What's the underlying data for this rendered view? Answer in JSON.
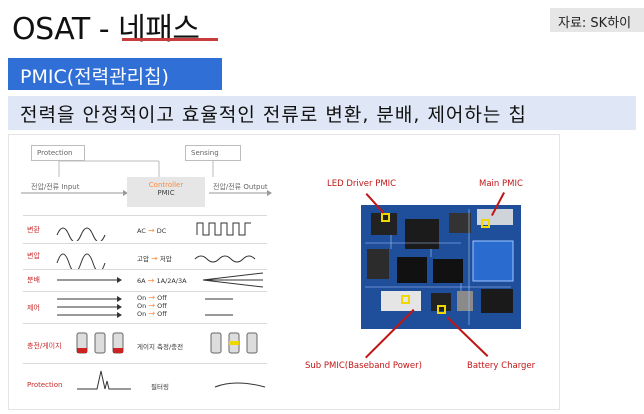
{
  "header": {
    "title_prefix": "OSAT - ",
    "title_highlight": "네패스",
    "source": "자료: SK하이"
  },
  "section_tag": "PMIC(전력관리칩)",
  "subheadline": "전력을 안정적이고 효율적인 전류로 변환, 분배, 제어하는 칩",
  "diagram": {
    "protection": "Protection",
    "sensing": "Sensing",
    "input": "전압/전류 Input",
    "controller": "Controller",
    "controller_sub": "PMIC",
    "output": "전압/전류 Output",
    "rows": [
      {
        "label": "변환",
        "mid": "AC",
        "mid2": "DC"
      },
      {
        "label": "변압",
        "mid": "고압",
        "mid2": "저압"
      },
      {
        "label": "분배",
        "mid": "6A",
        "mid2": "1A/2A/3A"
      },
      {
        "label": "제어",
        "mid": "On",
        "mid2": "Off"
      },
      {
        "label": "충전/게이지",
        "mid": "게이지 측정/충전"
      },
      {
        "label": "Protection",
        "mid": "필터링"
      }
    ]
  },
  "board": {
    "led": "LED Driver PMIC",
    "main": "Main PMIC",
    "sub": "Sub PMIC(Baseband Power)",
    "charger": "Battery Charger"
  },
  "colors": {
    "accent_blue": "#2f6fd6",
    "subhead_bg": "#dfe7f6",
    "callout_red": "#c01616",
    "pcb_blue": "#1f4f9a"
  }
}
